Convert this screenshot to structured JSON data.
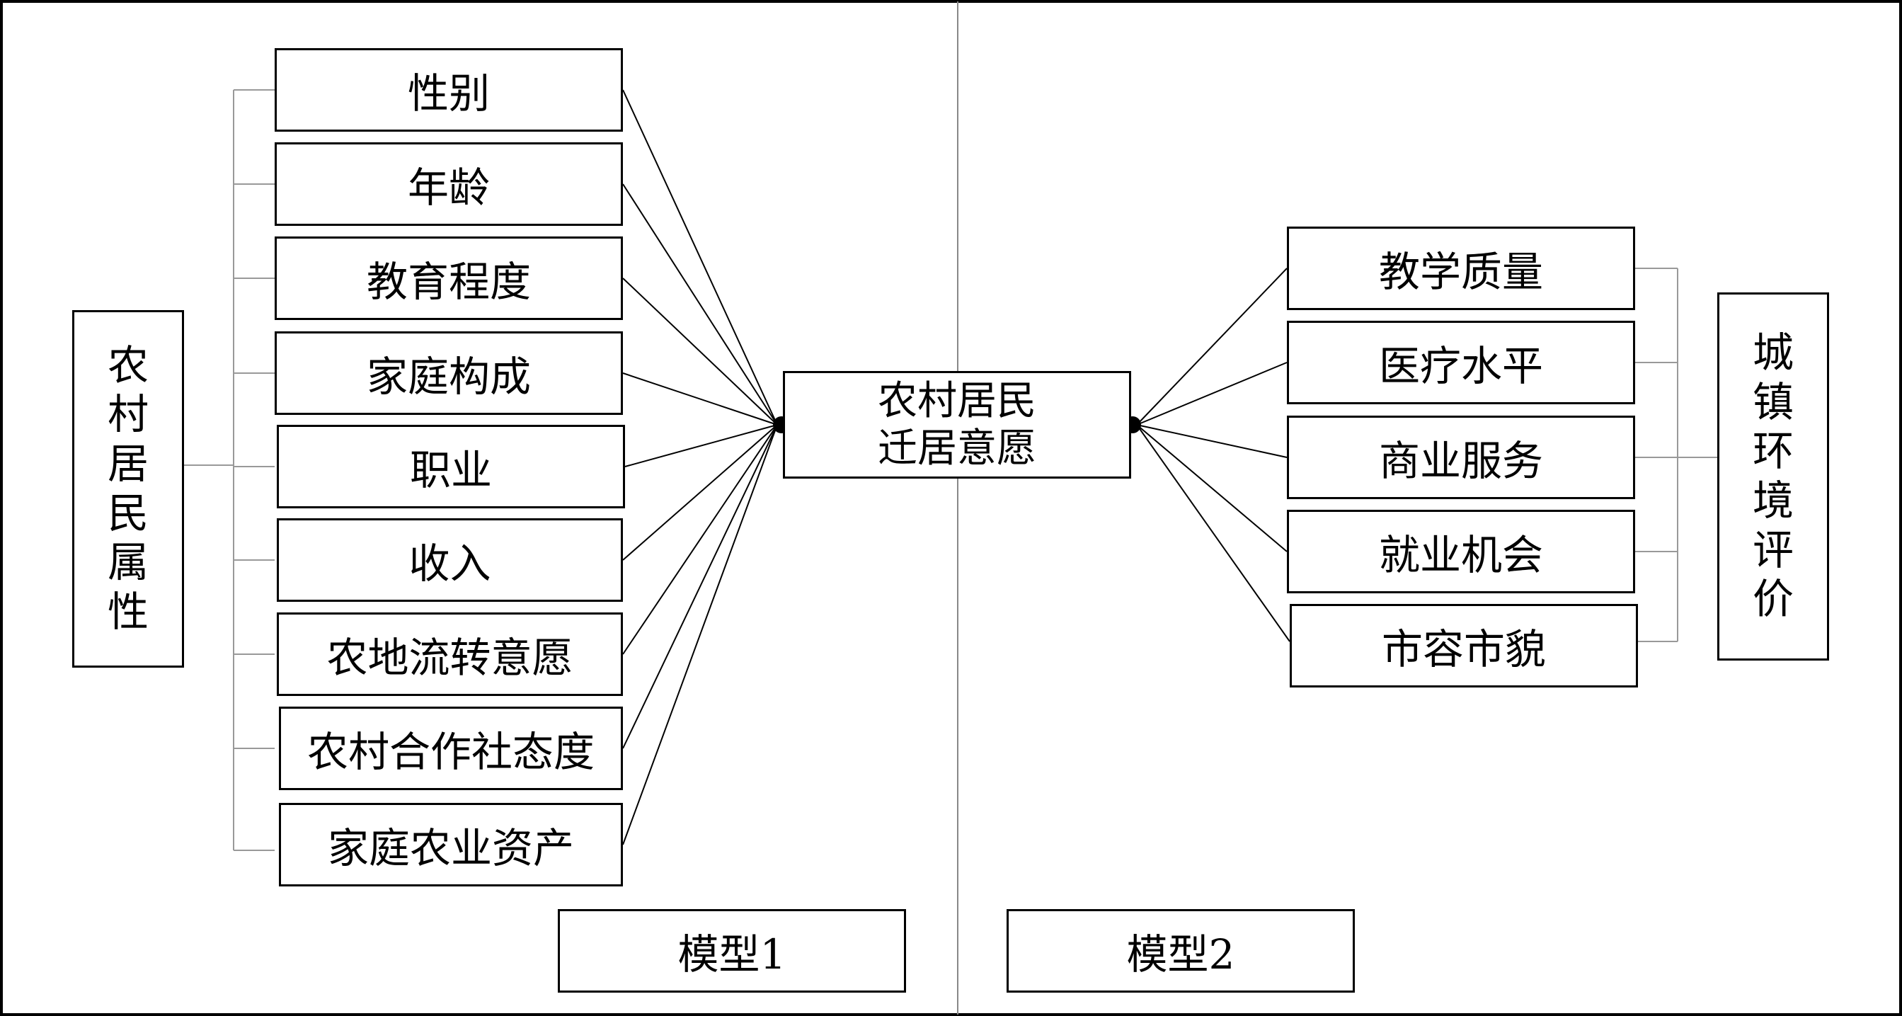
{
  "left_group": {
    "label": "农村居民属性",
    "factors": [
      "性别",
      "年龄",
      "教育程度",
      "家庭构成",
      "职业",
      "收入",
      "农地流转意愿",
      "农村合作社态度",
      "家庭农业资产"
    ]
  },
  "center": {
    "line1": "农村居民",
    "line2": "迁居意愿"
  },
  "right_group": {
    "label": "城镇环境评价",
    "factors": [
      "教学质量",
      "医疗水平",
      "商业服务",
      "就业机会",
      "市容市貌"
    ]
  },
  "models": {
    "model1": "模型1",
    "model2": "模型2"
  }
}
